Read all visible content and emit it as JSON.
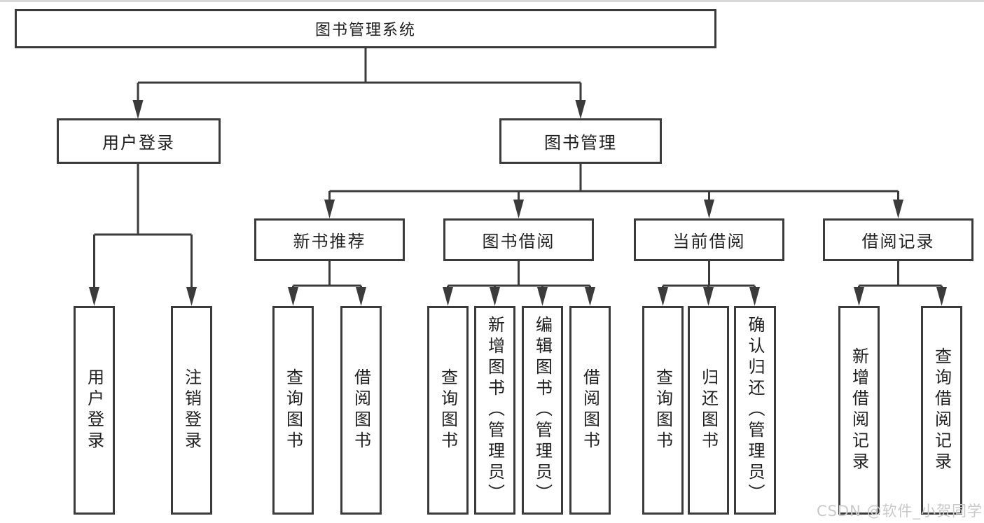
{
  "diagram": {
    "root": "图书管理系统",
    "user_login": {
      "label": "用户登录",
      "children": {
        "login": "用户登录",
        "logout": "注销登录"
      }
    },
    "book_mgmt": {
      "label": "图书管理",
      "new_book_rec": {
        "label": "新书推荐",
        "children": {
          "query": "查询图书",
          "borrow": "借阅图书"
        }
      },
      "book_borrow": {
        "label": "图书借阅",
        "children": {
          "query": "查询图书",
          "add": "新增图书（管理员）",
          "edit": "编辑图书（管理员）",
          "borrow": "借阅图书"
        }
      },
      "current_borrow": {
        "label": "当前借阅",
        "children": {
          "query": "查询图书",
          "return": "归还图书",
          "confirm": "确认归还（管理员）"
        }
      },
      "borrow_record": {
        "label": "借阅记录",
        "children": {
          "add": "新增借阅记录",
          "query": "查询借阅记录"
        }
      }
    }
  },
  "watermark": {
    "text": "CSDN @软件_小贺同学",
    "color": "#c9c9c9"
  },
  "colors": {
    "line": "#3b3b3b",
    "text": "#1f1f1f",
    "background": "#ffffff",
    "watermark": "#c9c9c9"
  }
}
